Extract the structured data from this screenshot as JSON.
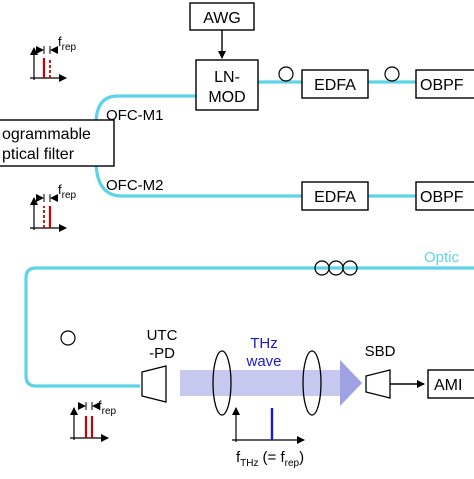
{
  "colors": {
    "fiber": "#5fd3e6",
    "box_stroke": "#000000",
    "spectrum_line": "#cc0000",
    "thz_text": "#1a1acc",
    "thz_beam": "#c6c8f0",
    "thz_arrow": "#9ea2e4",
    "thz_line": "#1a1acc"
  },
  "blocks": {
    "awg": "AWG",
    "ln_mod_line1": "LN-",
    "ln_mod_line2": "MOD",
    "edfa_top": "EDFA",
    "obpf_top": "OBPF",
    "edfa_bottom": "EDFA",
    "obpf_bottom": "OBPF",
    "filter_line1": "ogrammable",
    "filter_line2": "ptical filter",
    "utc_line1": "UTC",
    "utc_line2": "-PD",
    "sbd": "SBD",
    "amp": "AMI"
  },
  "labels": {
    "ofc_m1": "OFC-M1",
    "ofc_m2": "OFC-M2",
    "optic": "Optic",
    "thz_line1": "THz",
    "thz_line2": "wave"
  },
  "spectra": {
    "top": {
      "symbol": "f",
      "sub": "rep"
    },
    "middle": {
      "symbol": "f",
      "sub": "rep"
    },
    "bottom": {
      "symbol": "f",
      "sub": "rep"
    }
  },
  "thz_freq": {
    "f": "f",
    "f_sub": "THz",
    "eq_open": "(= f",
    "eq_sub": "rep",
    "eq_close": ")"
  },
  "icons": [
    "fiber-coil-icon",
    "spectrum-icon",
    "lens-icon",
    "detector-icon",
    "arrow-icon"
  ]
}
